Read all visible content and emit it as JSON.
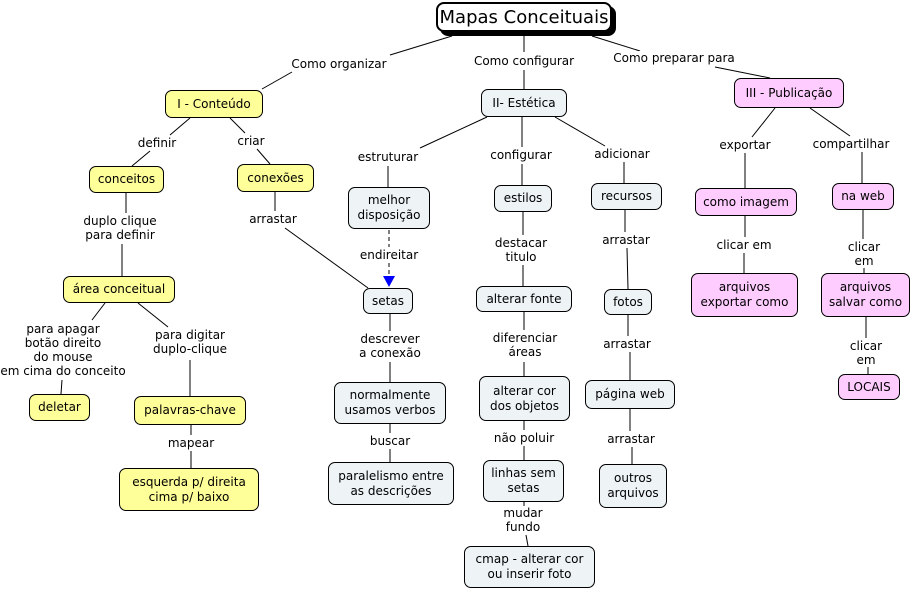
{
  "title": "Mapas Conceituais",
  "colors": {
    "conteudo": "#ffff99",
    "estetica": "#eef3f6",
    "publicacao": "#ffccff",
    "arrow": "#0000ff"
  },
  "nodes": {
    "conteudo": "I - Conteúdo",
    "estetica": "II- Estética",
    "publicacao": "III - Publicação",
    "conceitos": "conceitos",
    "conexoes": "conexões",
    "melhor": "melhor\ndisposição",
    "estilos": "estilos",
    "recursos": "recursos",
    "como_imagem": "como imagem",
    "na_web": "na web",
    "area": "área conceitual",
    "setas": "setas",
    "alterar_fonte": "alterar fonte",
    "fotos": "fotos",
    "arq_exportar": "arquivos\nexportar como",
    "arq_salvar": "arquivos\nsalvar como",
    "deletar": "deletar",
    "palavras": "palavras-chave",
    "normalmente": "normalmente\nusamos verbos",
    "alterar_cor": "alterar cor\ndos objetos",
    "pagina_web": "página web",
    "locais": "LOCAIS",
    "esquerda": "esquerda p/ direita\ncima p/ baixo",
    "paralelismo": "paralelismo entre\nas descrições",
    "linhas": "linhas sem\nsetas",
    "outros": "outros\narquivos",
    "cmap": "cmap - alterar cor\nou inserir foto"
  },
  "links": {
    "como_organizar": "Como organizar",
    "como_configurar": "Como configurar",
    "como_preparar": "Como preparar para",
    "definir": "definir",
    "criar": "criar",
    "estruturar": "estruturar",
    "configurar": "configurar",
    "adicionar": "adicionar",
    "exportar": "exportar",
    "compartilhar": "compartilhar",
    "duplo_clique": "duplo clique\npara definir",
    "arrastar1": "arrastar",
    "endireitar": "endireitar",
    "destacar": "destacar\ntitulo",
    "arrastar2": "arrastar",
    "clicar1": "clicar em",
    "clicar2": "clicar em",
    "para_apagar": "para apagar\nbotão direito\ndo mouse\nem cima do conceito",
    "para_digitar": "para digitar\nduplo-clique",
    "descrever": "descrever\na conexão",
    "diferenciar": "diferenciar\náreas",
    "arrastar3": "arrastar",
    "clicar3": "clicar em",
    "mapear": "mapear",
    "buscar": "buscar",
    "nao_poluir": "não poluir",
    "arrastar4": "arrastar",
    "mudar_fundo": "mudar\nfundo"
  }
}
